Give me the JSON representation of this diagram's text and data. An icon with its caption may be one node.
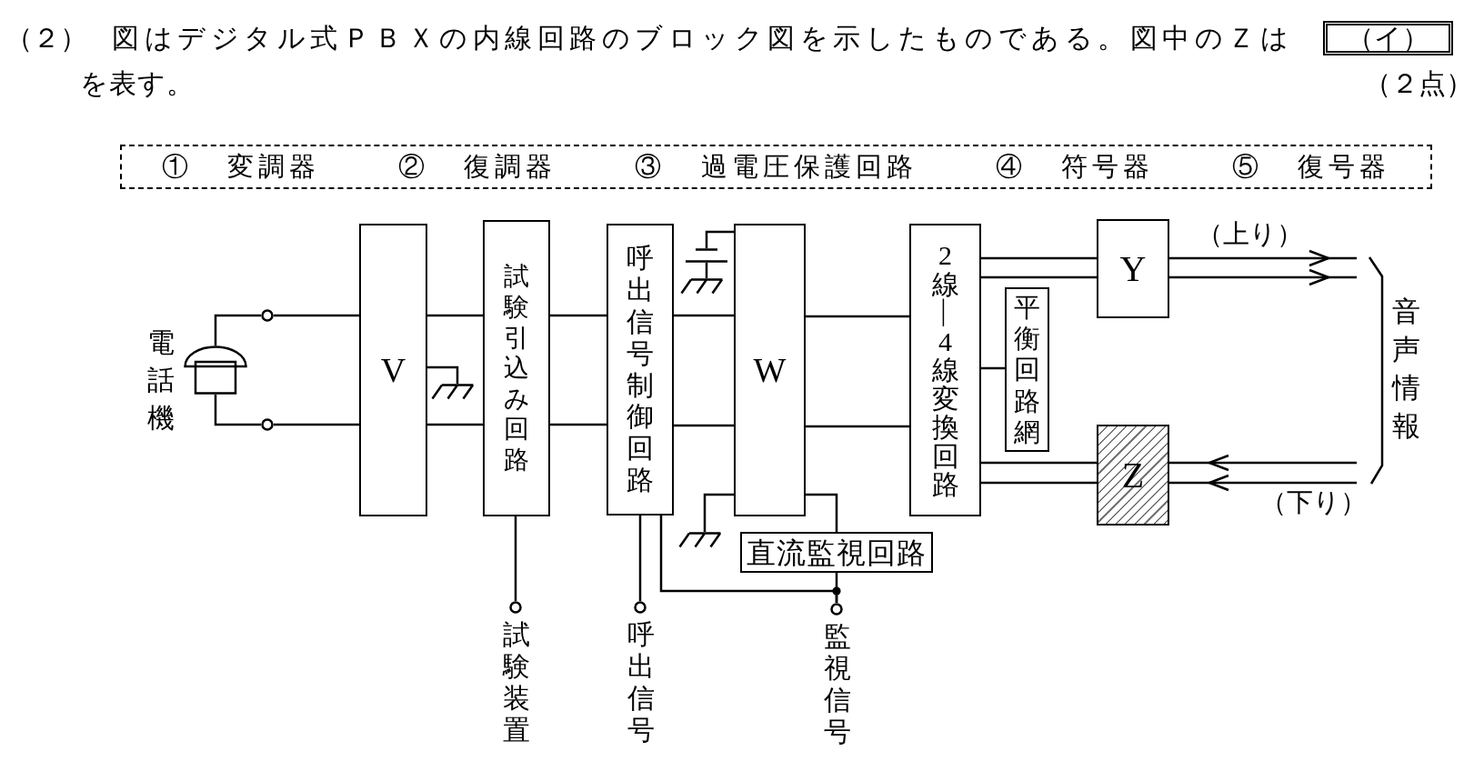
{
  "diagram": {
    "nodes": [
      {
        "text": [
          "（イ）"
        ]
      },
      {
        "text": [
          "① 変調器",
          "② 復調器",
          "③ 過電圧保護回路",
          "④ 符号器",
          "⑤ 復号器"
        ]
      },
      {
        "text": [],
        "shape": "telephone",
        "beside": [
          "電話機"
        ]
      },
      {
        "text": [],
        "shape": "circle"
      },
      {
        "text": [],
        "shape": "circle"
      },
      {
        "text": [
          "V"
        ]
      },
      {
        "text": [
          "試験引込み回路"
        ]
      },
      {
        "text": [
          "呼出信号制御回路"
        ]
      },
      {
        "text": [
          "W"
        ]
      },
      {
        "text": [
          "2線―4線変換回路"
        ]
      },
      {
        "text": [
          "平衡回路網"
        ]
      },
      {
        "text": [
          "Y"
        ]
      },
      {
        "text": [
          "Z"
        ]
      },
      {
        "text": [
          "直流監視回路"
        ]
      },
      {
        "text": [],
        "shape": "circle",
        "beside": [
          "試験装置"
        ]
      },
      {
        "text": [],
        "shape": "circle",
        "beside": [
          "呼出信号"
        ]
      },
      {
        "text": [],
        "shape": "circle",
        "beside": [
          "監視信号"
        ]
      },
      {
        "text": [],
        "shape": "ground"
      },
      {
        "text": [],
        "shape": "capacitor"
      },
      {
        "text": [],
        "shape": "ground"
      },
      {
        "text": [],
        "shape": "ground"
      }
    ],
    "edges": [
      {
        "from": 2,
        "to": 3,
        "arrow": "none"
      },
      {
        "from": 2,
        "to": 4,
        "arrow": "none"
      },
      {
        "from": 3,
        "to": 5,
        "arrow": "none"
      },
      {
        "from": 4,
        "to": 5,
        "arrow": "none"
      },
      {
        "from": 5,
        "to": 17,
        "arrow": "none"
      },
      {
        "from": 5,
        "to": 6,
        "arrow": "none"
      },
      {
        "from": 5,
        "to": 6,
        "arrow": "none"
      },
      {
        "from": 6,
        "to": 7,
        "arrow": "none"
      },
      {
        "from": 6,
        "to": 7,
        "arrow": "none"
      },
      {
        "from": 6,
        "to": 14,
        "arrow": "none"
      },
      {
        "from": 7,
        "to": 8,
        "arrow": "none"
      },
      {
        "from": 7,
        "to": 8,
        "arrow": "none"
      },
      {
        "from": 7,
        "to": 15,
        "arrow": "none"
      },
      {
        "from": 7,
        "to": 16,
        "arrow": "none"
      },
      {
        "from": 8,
        "to": 18,
        "arrow": "none"
      },
      {
        "from": 18,
        "to": 19,
        "arrow": "none"
      },
      {
        "from": 8,
        "to": 20,
        "arrow": "none"
      },
      {
        "from": 8,
        "to": 13,
        "arrow": "none"
      },
      {
        "from": 13,
        "to": 16,
        "arrow": "none"
      },
      {
        "from": 8,
        "to": 9,
        "arrow": "none"
      },
      {
        "from": 8,
        "to": 9,
        "arrow": "none"
      },
      {
        "from": 9,
        "to": 11,
        "arrow": "none"
      },
      {
        "from": 9,
        "to": 11,
        "arrow": "none"
      },
      {
        "from": 9,
        "to": 10,
        "arrow": "none"
      },
      {
        "from": 9,
        "to": 12,
        "arrow": "none"
      },
      {
        "from": 9,
        "to": 12,
        "arrow": "none"
      },
      {
        "from": 11,
        "to": null,
        "arrow": "to",
        "label": "（上り）"
      },
      {
        "from": 11,
        "to": null,
        "arrow": "to"
      },
      {
        "from": null,
        "to": 12,
        "arrow": "to"
      },
      {
        "from": null,
        "to": 12,
        "arrow": "to",
        "label": "（下り）"
      }
    ],
    "labels": [
      "（２）",
      "図はデジタル式ＰＢＸの内線回路のブロック図を示したものである。図中のＺは",
      "を表す。",
      "（２点）",
      "音声情報"
    ]
  }
}
